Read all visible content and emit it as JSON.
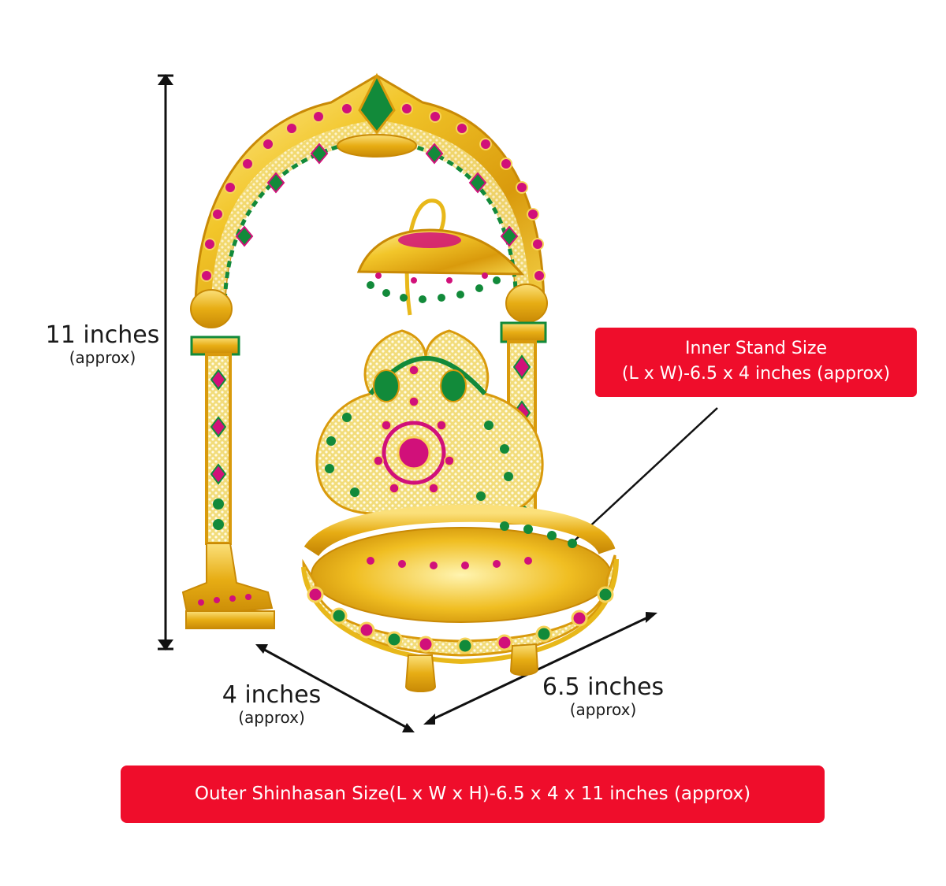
{
  "labels": {
    "height_main": "11 inches",
    "height_sub": "(approx)",
    "width_main": "4 inches",
    "width_sub": "(approx)",
    "length_main": "6.5 inches",
    "length_sub": "(approx)"
  },
  "callouts": {
    "inner_line1": "Inner Stand Size",
    "inner_line2": "(L x W)-6.5 x 4 inches (approx)",
    "outer": "Outer Shinhasan Size(L x W x H)-6.5 x 4 x 11 inches (approx)"
  },
  "colors": {
    "callout_red": "#ef0d2b",
    "gold": "#e8b81a",
    "ruby": "#d1107a",
    "emerald": "#128a3a"
  }
}
